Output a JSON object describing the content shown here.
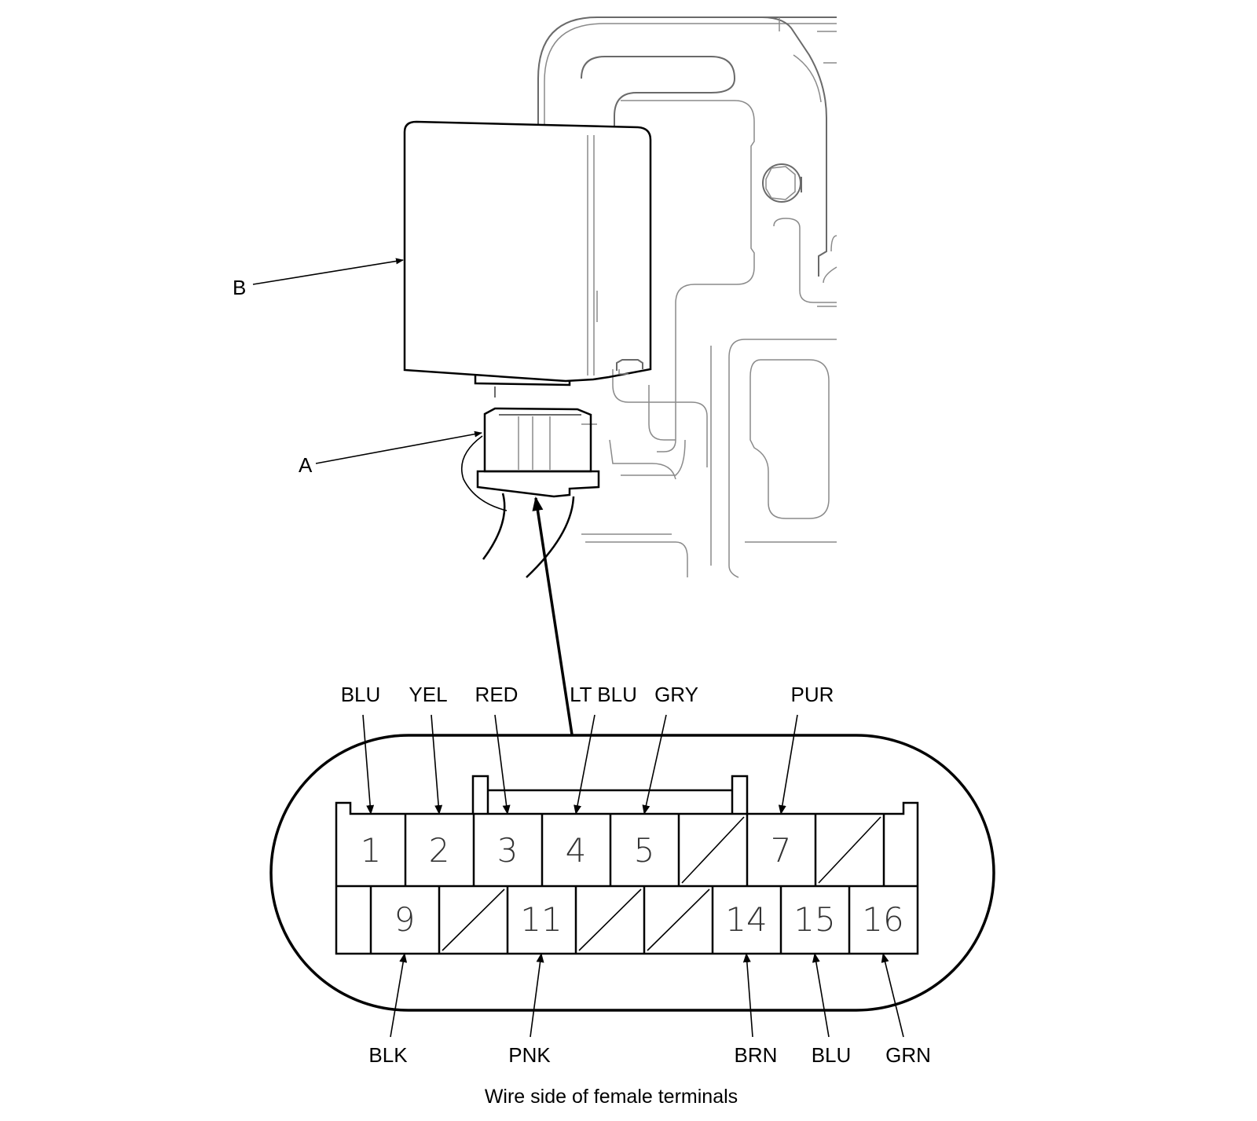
{
  "callouts": {
    "relay": "B",
    "connector": "A"
  },
  "connector_view": {
    "top_row": [
      {
        "pin": "1",
        "wire": "BLU"
      },
      {
        "pin": "2",
        "wire": "YEL"
      },
      {
        "pin": "3",
        "wire": "RED"
      },
      {
        "pin": "4",
        "wire": "LT BLU"
      },
      {
        "pin": "5",
        "wire": "GRY"
      },
      {
        "pin": "",
        "wire": ""
      },
      {
        "pin": "7",
        "wire": "PUR"
      },
      {
        "pin": "",
        "wire": ""
      }
    ],
    "bottom_row": [
      {
        "pin": "9",
        "wire": "BLK"
      },
      {
        "pin": "",
        "wire": ""
      },
      {
        "pin": "11",
        "wire": "PNK"
      },
      {
        "pin": "",
        "wire": ""
      },
      {
        "pin": "",
        "wire": ""
      },
      {
        "pin": "14",
        "wire": "BRN"
      },
      {
        "pin": "15",
        "wire": "BLU"
      },
      {
        "pin": "16",
        "wire": "GRN"
      }
    ]
  },
  "caption": "Wire side of female terminals"
}
